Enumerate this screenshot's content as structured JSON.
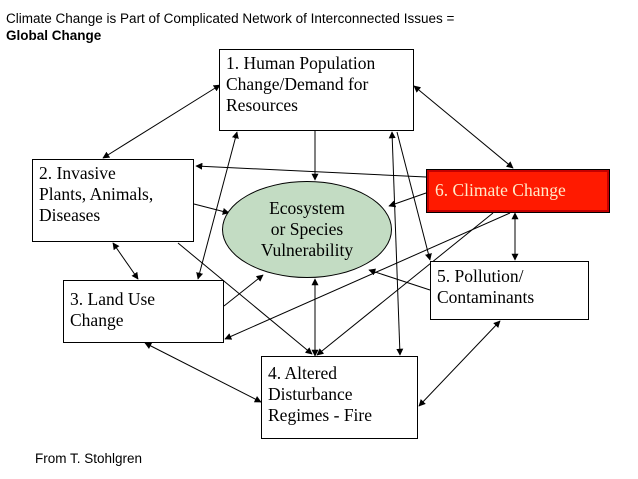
{
  "header": {
    "title_line1": "Climate Change is Part of Complicated Network of Interconnected Issues =",
    "title_line2": "Global Change"
  },
  "nodes": {
    "n1": [
      "1. Human Population",
      "Change/Demand for",
      "Resources"
    ],
    "n2": [
      "2. Invasive",
      "Plants, Animals,",
      "Diseases"
    ],
    "n3": [
      "3. Land Use",
      "Change"
    ],
    "n4": [
      "4. Altered",
      "Disturbance",
      "Regimes - Fire"
    ],
    "n5": [
      "5. Pollution/",
      "Contaminants"
    ],
    "n6": [
      "6. Climate Change"
    ],
    "center": [
      "Ecosystem",
      "or Species",
      "Vulnerability"
    ]
  },
  "colors": {
    "climate_fill": "#ff1a00",
    "climate_text": "#ffe9c8",
    "ecosystem_fill": "#c3dcc3"
  },
  "footer": {
    "credit": "From T. Stohlgren"
  }
}
